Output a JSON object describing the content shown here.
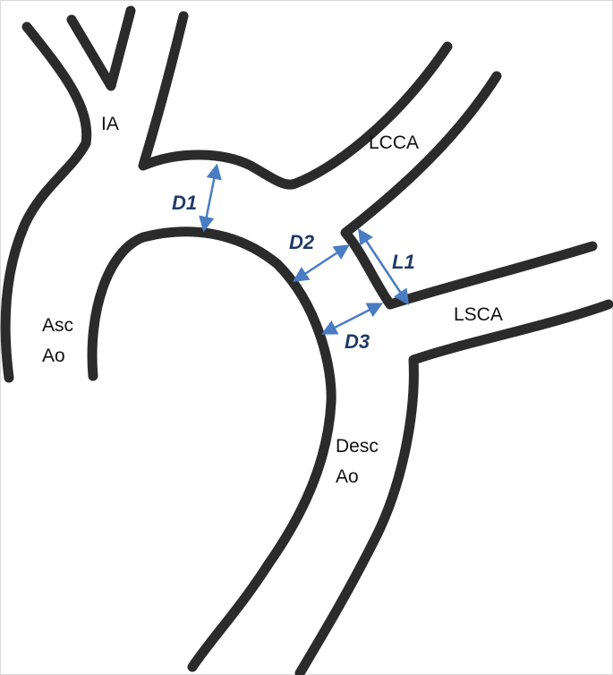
{
  "colors": {
    "vessel_wall": "#2b2b2b",
    "measurement": "#4a7cc3",
    "measure_label": "#1f3a66",
    "text": "#111111"
  },
  "labels": {
    "ia": "IA",
    "lcca": "LCCA",
    "lsca": "LSCA",
    "asc_line1": "Asc",
    "asc_line2": "Ao",
    "desc_line1": "Desc",
    "desc_line2": "Ao"
  },
  "measurements": {
    "d1": "D1",
    "d2": "D2",
    "d3": "D3",
    "l1": "L1"
  }
}
